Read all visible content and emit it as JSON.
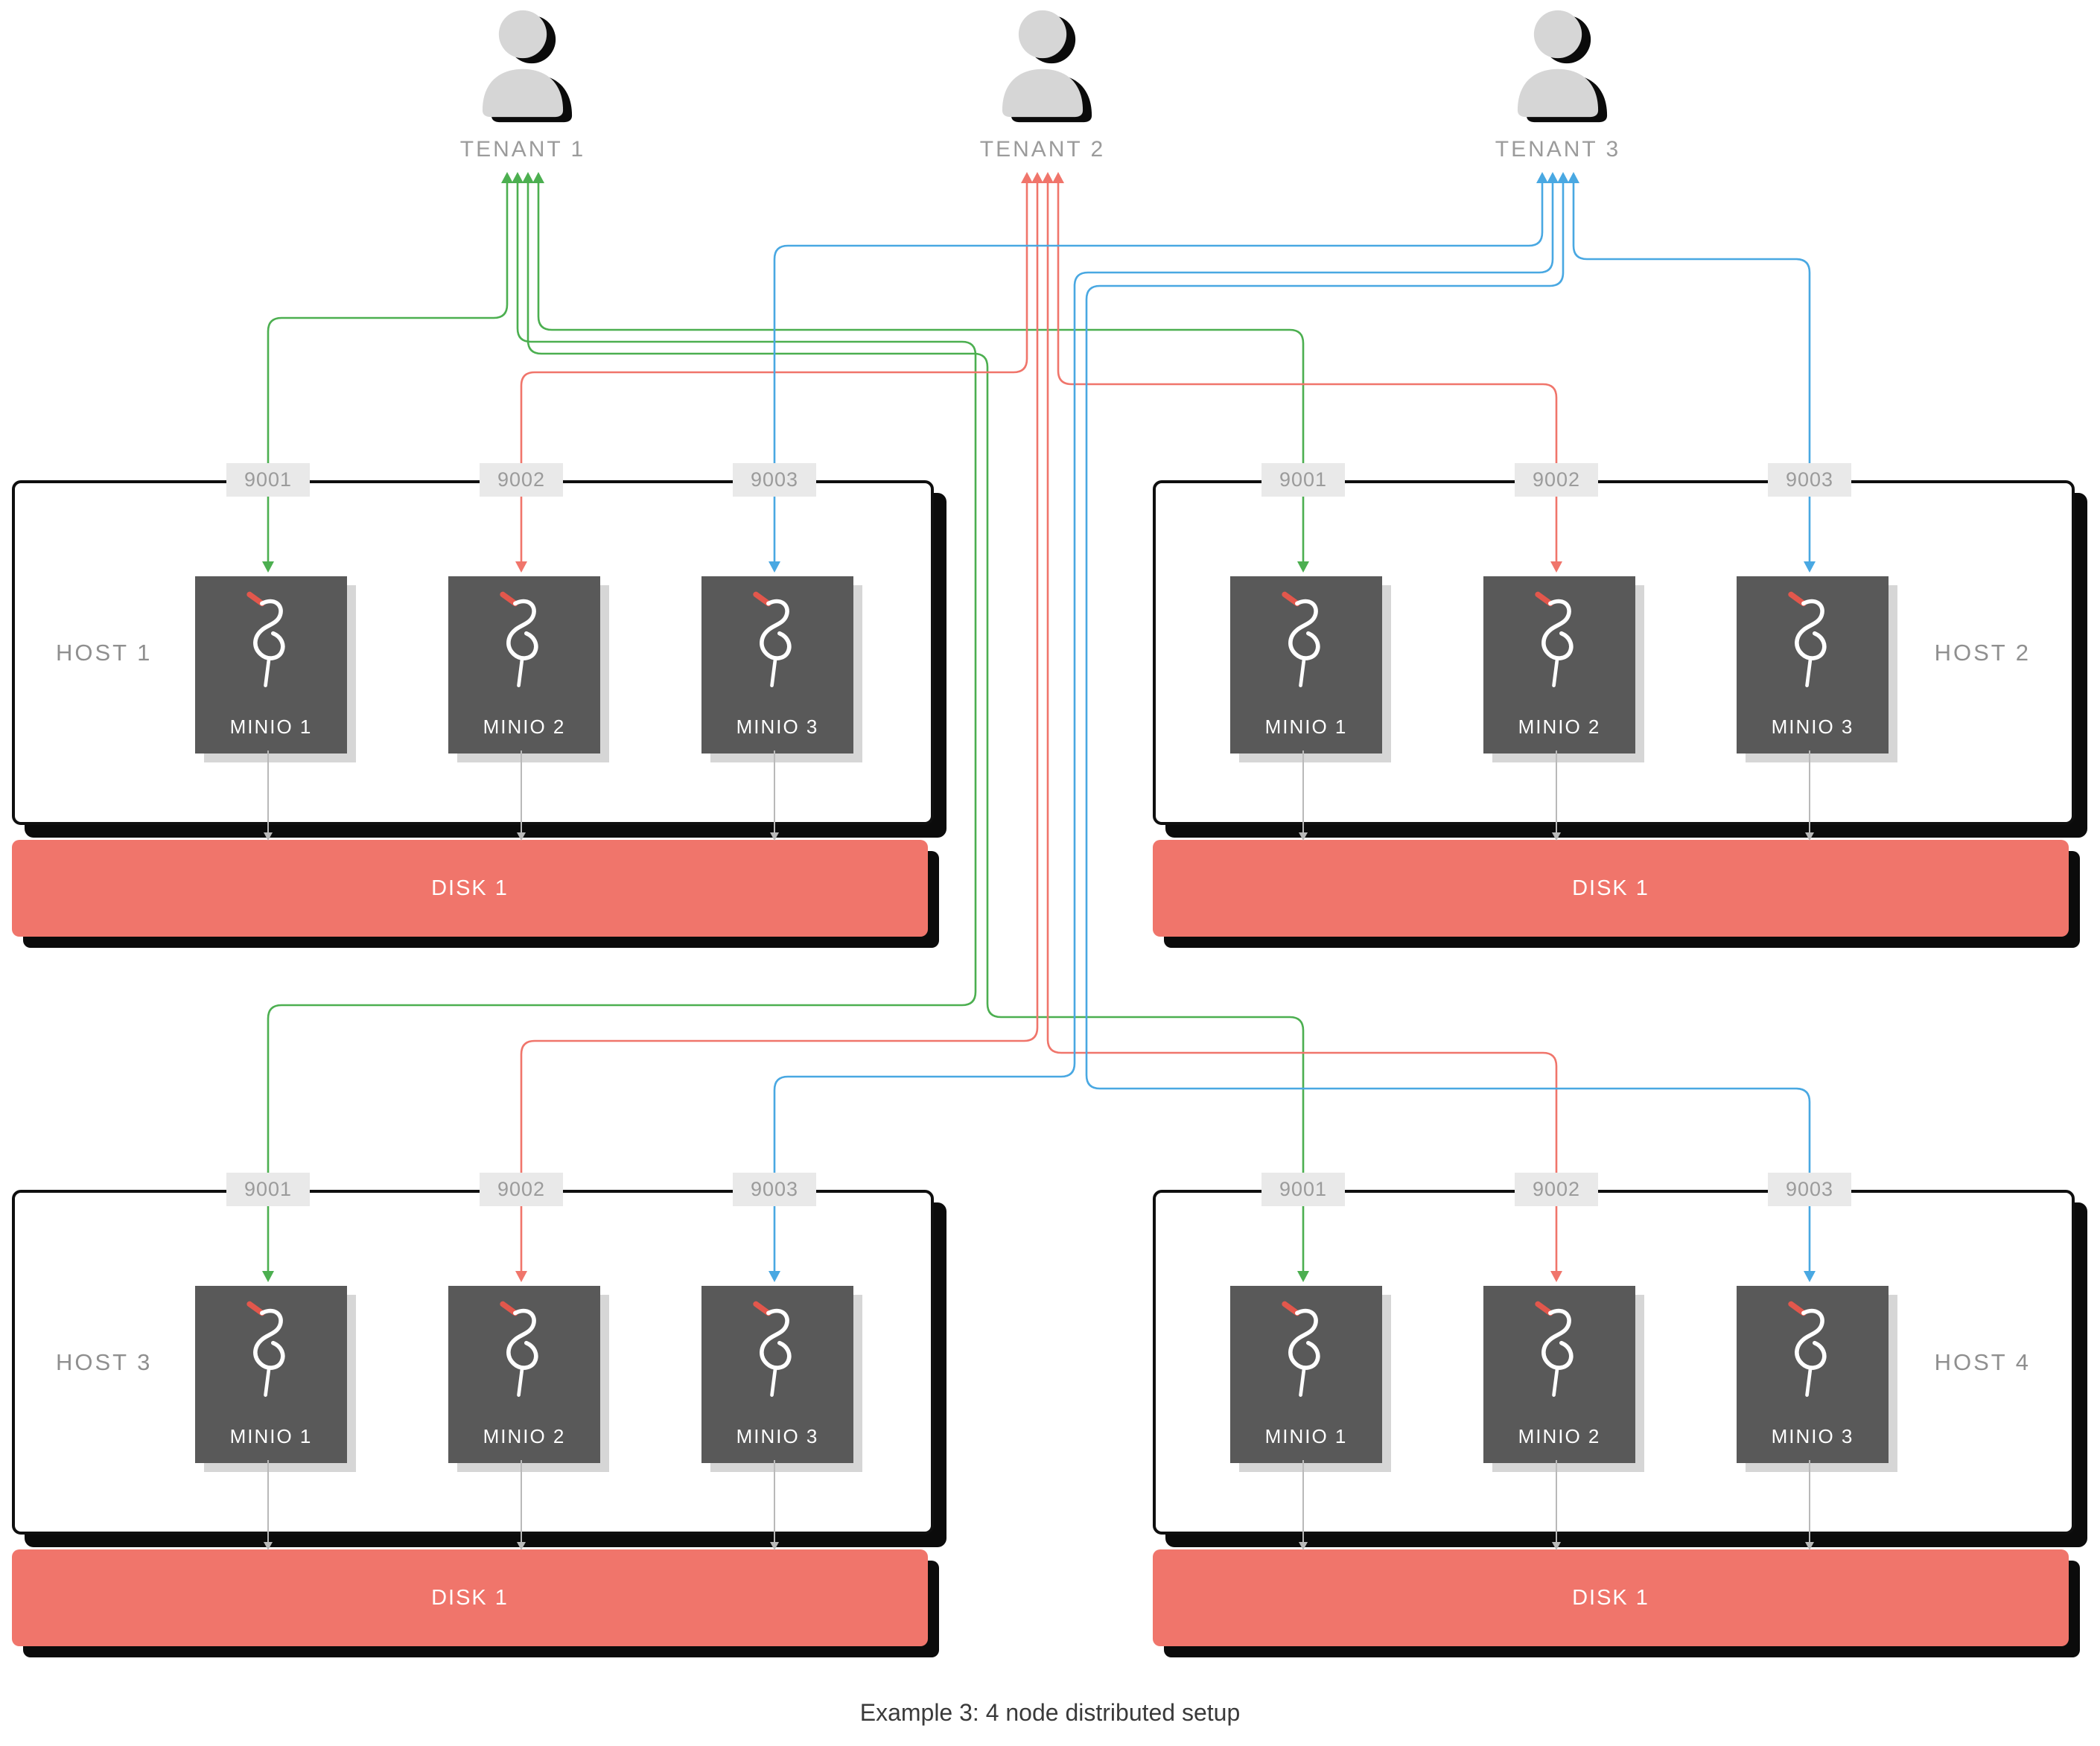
{
  "diagram": {
    "caption": "Example 3: 4 node distributed setup"
  },
  "tenants": [
    {
      "label": "TENANT 1",
      "color": "#4caf50"
    },
    {
      "label": "TENANT 2",
      "color": "#f0756b"
    },
    {
      "label": "TENANT 3",
      "color": "#49a8e2"
    }
  ],
  "hosts": [
    {
      "label": "HOST 1",
      "ports": [
        "9001",
        "9002",
        "9003"
      ],
      "minios": [
        "MINIO 1",
        "MINIO 2",
        "MINIO 3"
      ],
      "disk": "DISK 1"
    },
    {
      "label": "HOST 2",
      "ports": [
        "9001",
        "9002",
        "9003"
      ],
      "minios": [
        "MINIO 1",
        "MINIO 2",
        "MINIO 3"
      ],
      "disk": "DISK 1"
    },
    {
      "label": "HOST 3",
      "ports": [
        "9001",
        "9002",
        "9003"
      ],
      "minios": [
        "MINIO 1",
        "MINIO 2",
        "MINIO 3"
      ],
      "disk": "DISK 1"
    },
    {
      "label": "HOST 4",
      "ports": [
        "9001",
        "9002",
        "9003"
      ],
      "minios": [
        "MINIO 1",
        "MINIO 2",
        "MINIO 3"
      ],
      "disk": "DISK 1"
    }
  ],
  "connections": [
    {
      "tenant": 0,
      "host": 0,
      "port": "9001"
    },
    {
      "tenant": 0,
      "host": 1,
      "port": "9001"
    },
    {
      "tenant": 0,
      "host": 2,
      "port": "9001"
    },
    {
      "tenant": 0,
      "host": 3,
      "port": "9001"
    },
    {
      "tenant": 1,
      "host": 0,
      "port": "9002"
    },
    {
      "tenant": 1,
      "host": 1,
      "port": "9002"
    },
    {
      "tenant": 1,
      "host": 2,
      "port": "9002"
    },
    {
      "tenant": 1,
      "host": 3,
      "port": "9002"
    },
    {
      "tenant": 2,
      "host": 0,
      "port": "9003"
    },
    {
      "tenant": 2,
      "host": 1,
      "port": "9003"
    },
    {
      "tenant": 2,
      "host": 2,
      "port": "9003"
    },
    {
      "tenant": 2,
      "host": 3,
      "port": "9003"
    }
  ],
  "colors": {
    "disk": "#f0756b",
    "minio_box": "#595959",
    "host_border": "#0f0f0f",
    "port_badge_bg": "#e9e9e9",
    "beak": "#e2574c",
    "minio_disk_link": "#b9b9b9"
  }
}
